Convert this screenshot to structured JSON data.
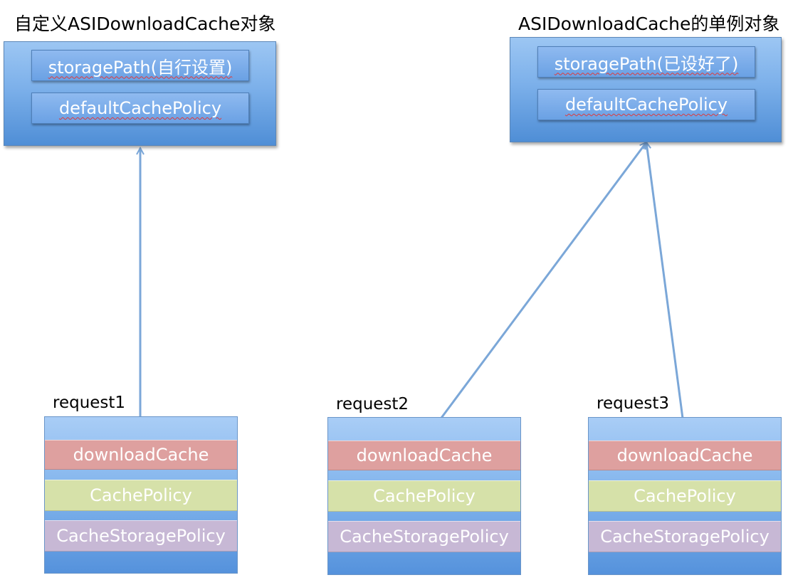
{
  "left_cache": {
    "title": "自定义ASIDownloadCache对象",
    "storage_path": "storagePath(自行设置)",
    "default_policy": "defaultCachePolicy"
  },
  "right_cache": {
    "title": "ASIDownloadCache的单例对象",
    "storage_path": "storagePath(已设好了)",
    "default_policy": "defaultCachePolicy"
  },
  "requests": [
    {
      "name": "request1",
      "download_cache": "downloadCache",
      "cache_policy": "CachePolicy",
      "cache_storage_policy": "CacheStoragePolicy"
    },
    {
      "name": "request2",
      "download_cache": "downloadCache",
      "cache_policy": "CachePolicy",
      "cache_storage_policy": "CacheStoragePolicy"
    },
    {
      "name": "request3",
      "download_cache": "downloadCache",
      "cache_policy": "CachePolicy",
      "cache_storage_policy": "CacheStoragePolicy"
    }
  ],
  "colors": {
    "arrow": "#7ba7d8",
    "download_cache_row": "#dea09f",
    "cache_policy_row": "#d6e1a9",
    "cache_storage_policy_row": "#c7b8d5"
  }
}
